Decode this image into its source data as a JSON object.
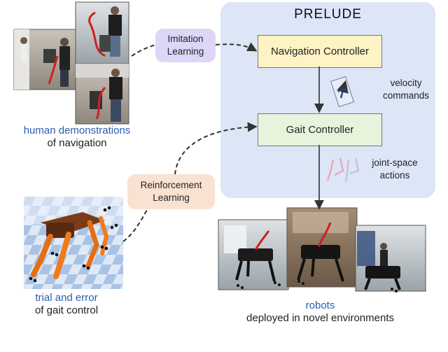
{
  "panel": {
    "title": "PRELUDE"
  },
  "nodes": {
    "navigation_controller": "Navigation Controller",
    "gait_controller": "Gait Controller"
  },
  "methods": {
    "imitation": [
      "Imitation",
      "Learning"
    ],
    "reinforcement": [
      "Reinforcement",
      "Learning"
    ]
  },
  "signals": {
    "velocity": [
      "velocity",
      "commands"
    ],
    "joint": [
      "joint-space",
      "actions"
    ]
  },
  "captions": {
    "human_title": "human demonstrations",
    "human_sub": "of navigation",
    "trial_title": "trial and error",
    "trial_sub": "of gait control",
    "robots_title": "robots",
    "robots_sub": "deployed in novel environments"
  },
  "colors": {
    "panel": "#dce6f7",
    "nav_box": "#fdf3c5",
    "gait_box": "#e6f4dc",
    "imitation_pill": "#ddd6f7",
    "reinforcement_pill": "#f9e2d2",
    "caption_blue": "#2a5db0"
  }
}
